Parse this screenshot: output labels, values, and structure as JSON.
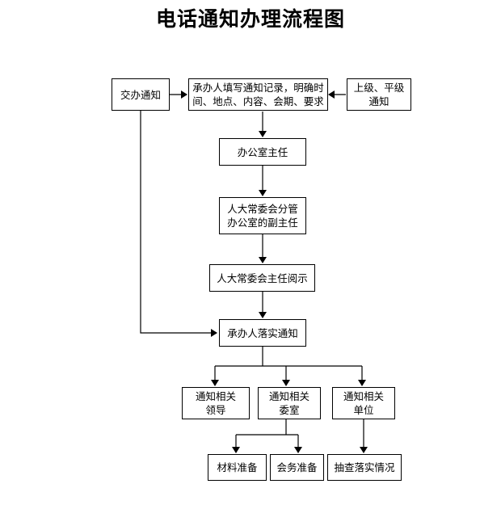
{
  "title": "电话通知办理流程图",
  "nodes": {
    "assign": "交办通知",
    "record": "承办人填写通知记录，明确时\n间、地点、内容、会期、要求",
    "superior": "上级、平级\n通知",
    "office_director": "办公室主任",
    "deputy_director": "人大常委会分管\n办公室的副主任",
    "chairman": "人大常委会主任阅示",
    "implement": "承办人落实通知",
    "notify_leaders": "通知相关\n领导",
    "notify_committees": "通知相关\n委室",
    "notify_units": "通知相关\n单位",
    "materials": "材料准备",
    "affairs": "会务准备",
    "spot_check": "抽查落实情况"
  }
}
